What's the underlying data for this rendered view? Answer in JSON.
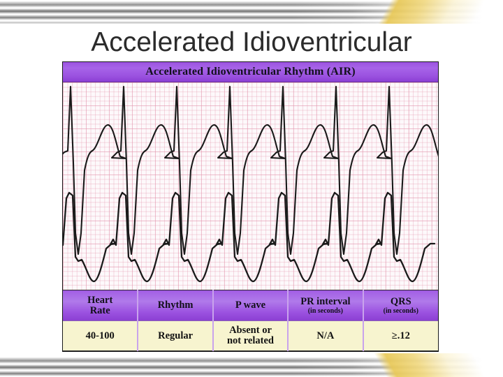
{
  "slide": {
    "title": "Accelerated Idioventricular"
  },
  "panel": {
    "header": "Accelerated Idioventricular Rhythm (AIR)"
  },
  "table": {
    "columns": [
      {
        "main": "Heart",
        "main2": "Rate",
        "sub": ""
      },
      {
        "main": "Rhythm",
        "main2": "",
        "sub": ""
      },
      {
        "main": "P wave",
        "main2": "",
        "sub": ""
      },
      {
        "main": "PR interval",
        "main2": "",
        "sub": "(in seconds)"
      },
      {
        "main": "QRS",
        "main2": "",
        "sub": "(in seconds)"
      }
    ],
    "values": [
      {
        "line1": "40-100",
        "line2": ""
      },
      {
        "line1": "Regular",
        "line2": ""
      },
      {
        "line1": "Absent or",
        "line2": "not related"
      },
      {
        "line1": "N/A",
        "line2": ""
      },
      {
        "line1": "≥.12",
        "line2": ""
      }
    ]
  },
  "colors": {
    "purple_header": "#9B52E0",
    "purple_header_light": "#B07AEA",
    "table_value_bg": "#F7F4CF",
    "grid_pink": "#E18CA5",
    "trace_black": "#1A1A1A",
    "title_text": "#2B2B2B",
    "gold_accent": "#E8C856"
  },
  "chart_data": {
    "type": "line",
    "title": "Accelerated Idioventricular Rhythm (AIR)",
    "xlabel": "",
    "ylabel": "",
    "grid": true,
    "legend_position": "none",
    "description": "Two-lead rhythm strip showing accelerated idioventricular rhythm: wide regular QRS complexes at 40-100 bpm with no related P waves.",
    "series": [
      {
        "name": "lead-strip-top",
        "beats": 7,
        "morphology": "tall narrow-appearing R spike, deep S wave below baseline, broad rounded upright T wave",
        "rate_bpm_range": [
          40,
          100
        ],
        "rhythm": "Regular"
      },
      {
        "name": "lead-strip-bottom",
        "beats": 7,
        "morphology": "tall broad R wave, short plateau, deep inverted T wave trough",
        "rate_bpm_range": [
          40,
          100
        ],
        "rhythm": "Regular"
      }
    ],
    "measurements": {
      "heart_rate": "40-100",
      "rhythm": "Regular",
      "p_wave": "Absent or not related",
      "pr_interval": "N/A",
      "qrs": "≥.12"
    }
  }
}
